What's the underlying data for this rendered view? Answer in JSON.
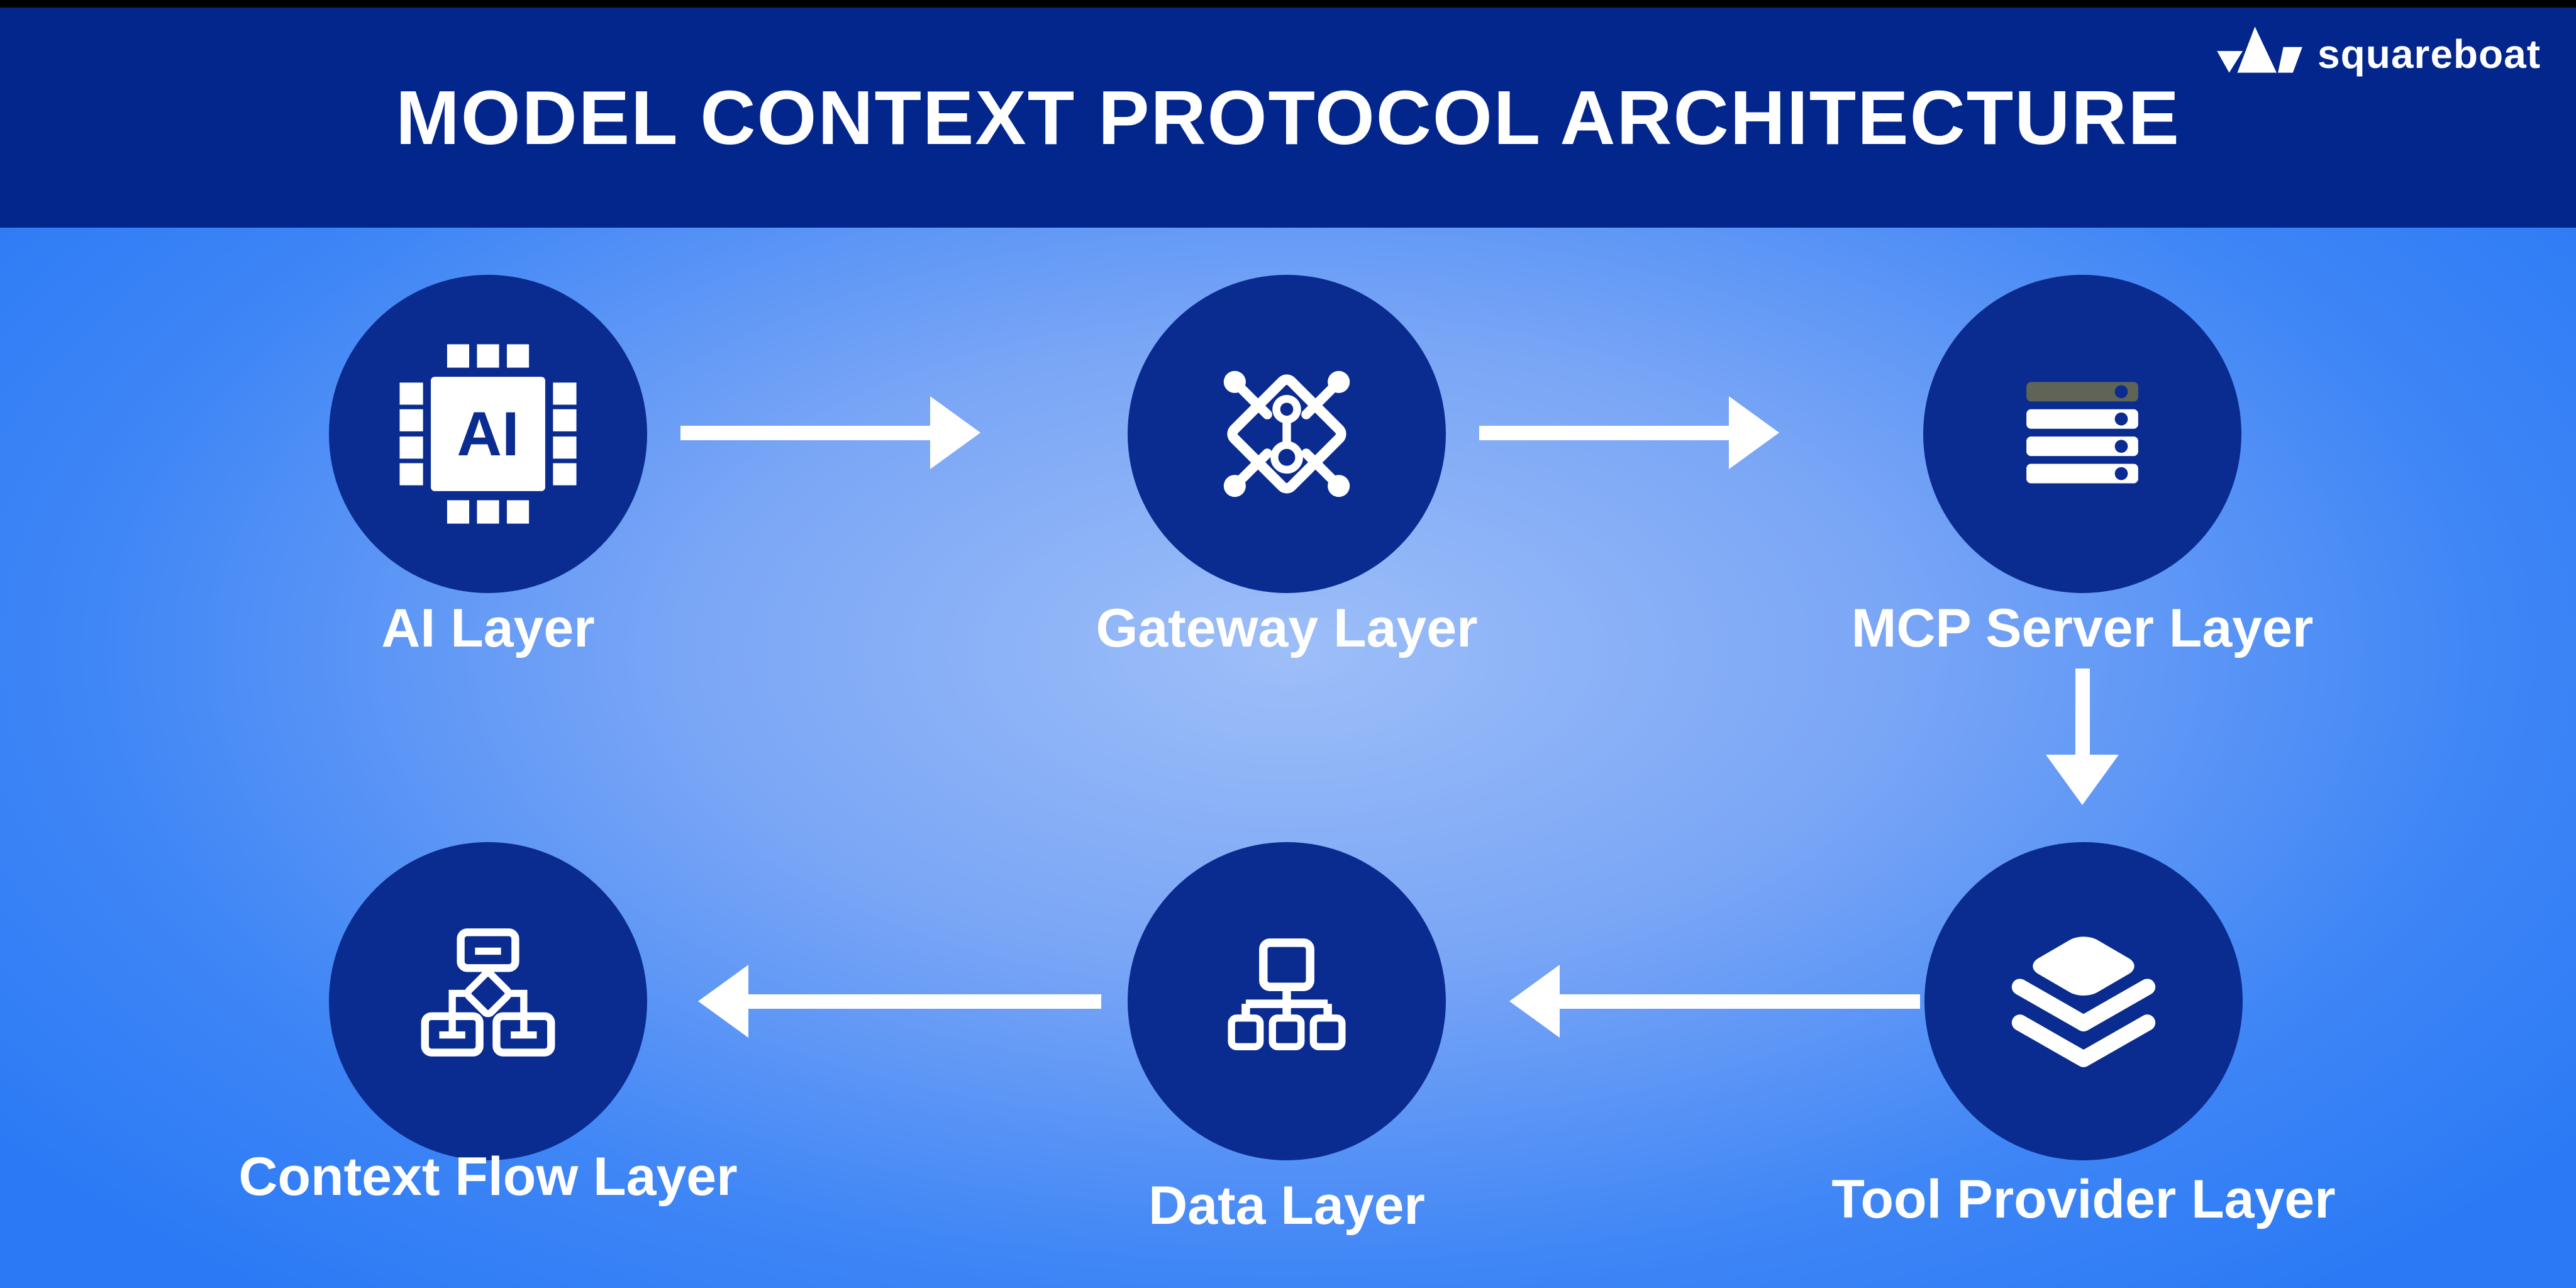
{
  "header": {
    "title": "MODEL CONTEXT PROTOCOL ARCHITECTURE"
  },
  "brand": {
    "name": "squareboat",
    "logo_icon": "paper-boat-icon"
  },
  "diagram": {
    "nodes": [
      {
        "label": "AI Layer",
        "icon": "ai-chip-icon",
        "icon_text": "AI"
      },
      {
        "label": "Gateway Layer",
        "icon": "gateway-circuit-icon"
      },
      {
        "label": "MCP Server Layer",
        "icon": "server-stack-icon"
      },
      {
        "label": "Tool Provider Layer",
        "icon": "layers-stack-icon"
      },
      {
        "label": "Data Layer",
        "icon": "hierarchy-tree-icon"
      },
      {
        "label": "Context Flow Layer",
        "icon": "flowchart-icon"
      }
    ],
    "flow": [
      "AI Layer → Gateway Layer",
      "Gateway Layer → MCP Server Layer",
      "MCP Server Layer → Tool Provider Layer",
      "Tool Provider Layer → Data Layer",
      "Data Layer → Context Flow Layer"
    ],
    "colors": {
      "top_strip": "#000000",
      "header_bg": "#03268D",
      "node_bg": "#0A2B90",
      "bg_center": "#9DBEF8",
      "bg_edge": "#2B7AF5",
      "text": "#FFFFFF",
      "server_top_bar": "#5F6457"
    }
  }
}
